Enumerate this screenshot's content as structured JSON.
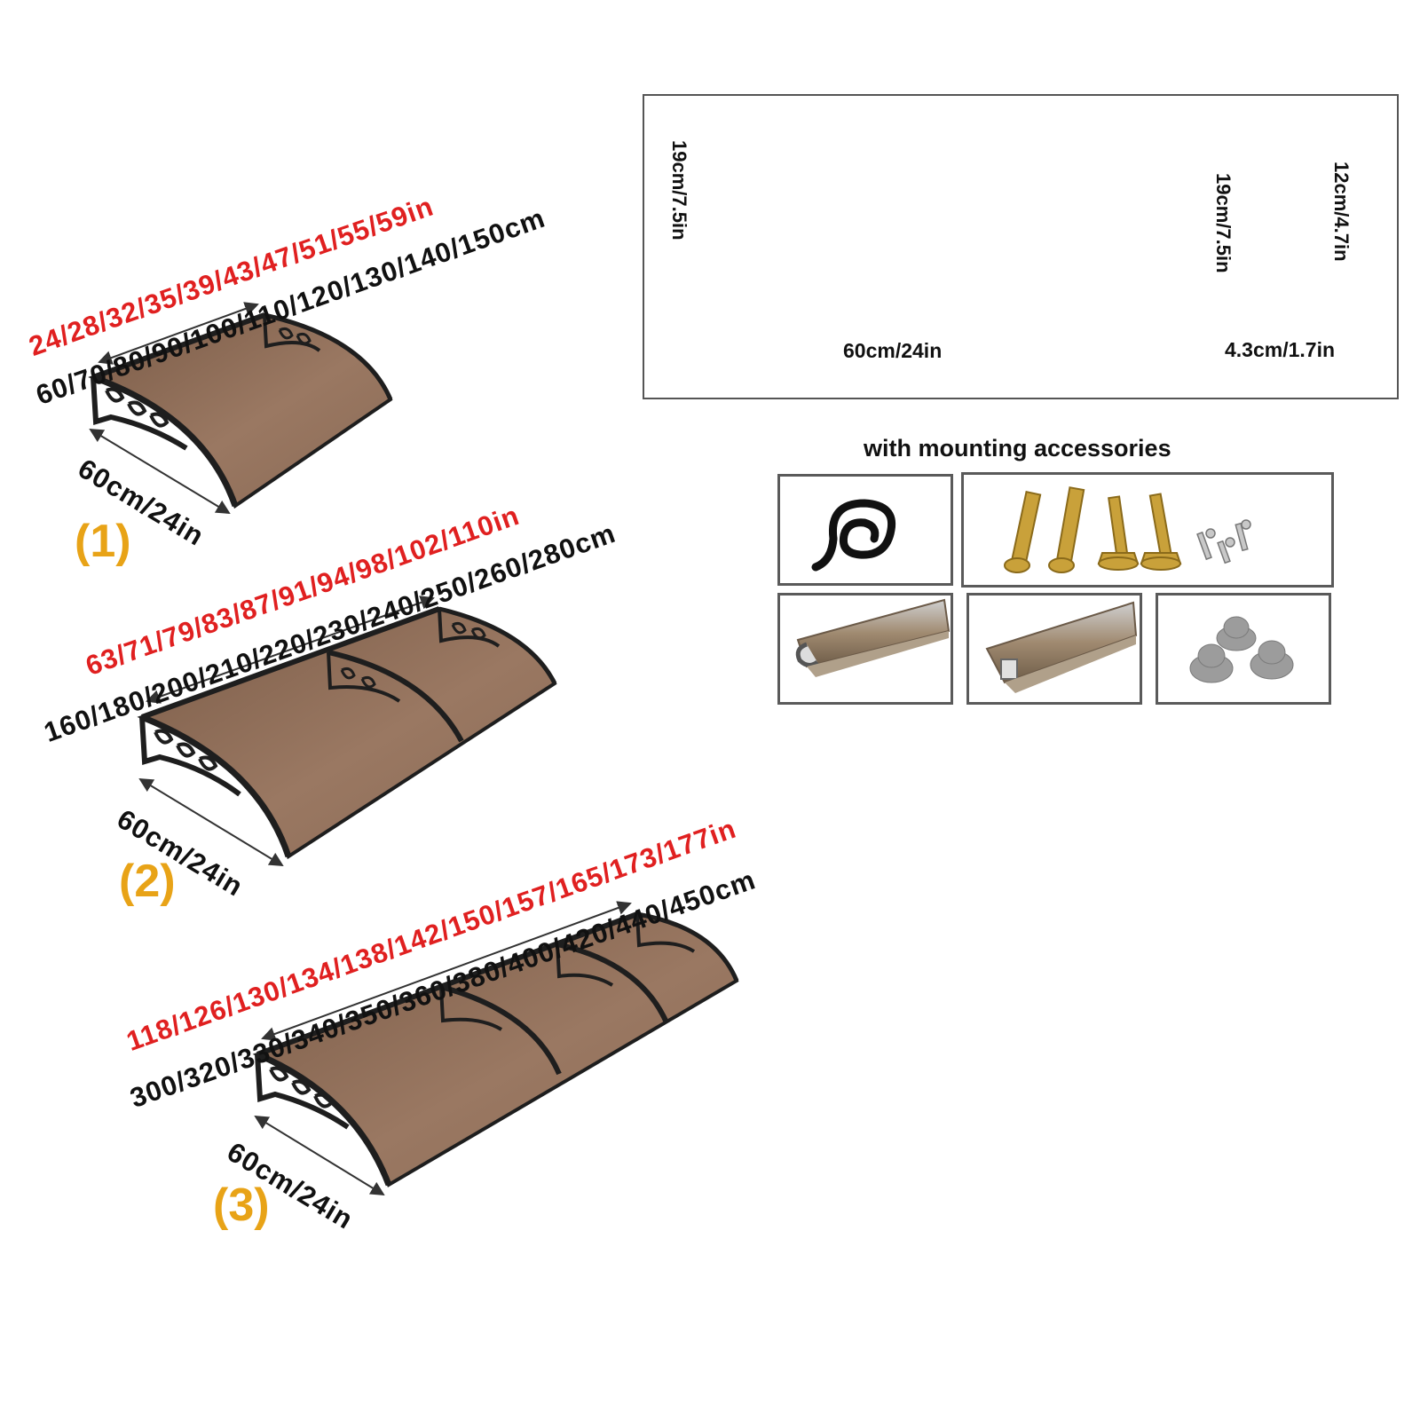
{
  "awnings": [
    {
      "index_label": "(1)",
      "inch_sizes": "24/28/32/35/39/43/47/51/55/59in",
      "cm_sizes": "60/70/80/90/100/110/120/130/140/150cm",
      "depth": "60cm/24in"
    },
    {
      "index_label": "(2)",
      "inch_sizes": "63/71/79/83/87/91/94/98/102/110in",
      "cm_sizes": "160/180/200/210/220/230/240/250/260/280cm",
      "depth": "60cm/24in"
    },
    {
      "index_label": "(3)",
      "inch_sizes": "118/126/130/134/138/142/150/157/165/173/177in",
      "cm_sizes": "300/320/330/340/350/360/380/400/420/440/450cm",
      "depth": "60cm/24in"
    }
  ],
  "bracket": {
    "height": "19cm/7.5in",
    "length": "60cm/24in",
    "plate_height": "19cm/7.5in",
    "hole_spacing": "12cm/4.7in",
    "plate_width": "4.3cm/1.7in"
  },
  "accessories": {
    "title": "with mounting accessories"
  },
  "colors": {
    "inch_text": "#e02020",
    "index_label": "#e8a317",
    "panel_brown": "#8a6a55",
    "frame": "#1e1e1e"
  }
}
